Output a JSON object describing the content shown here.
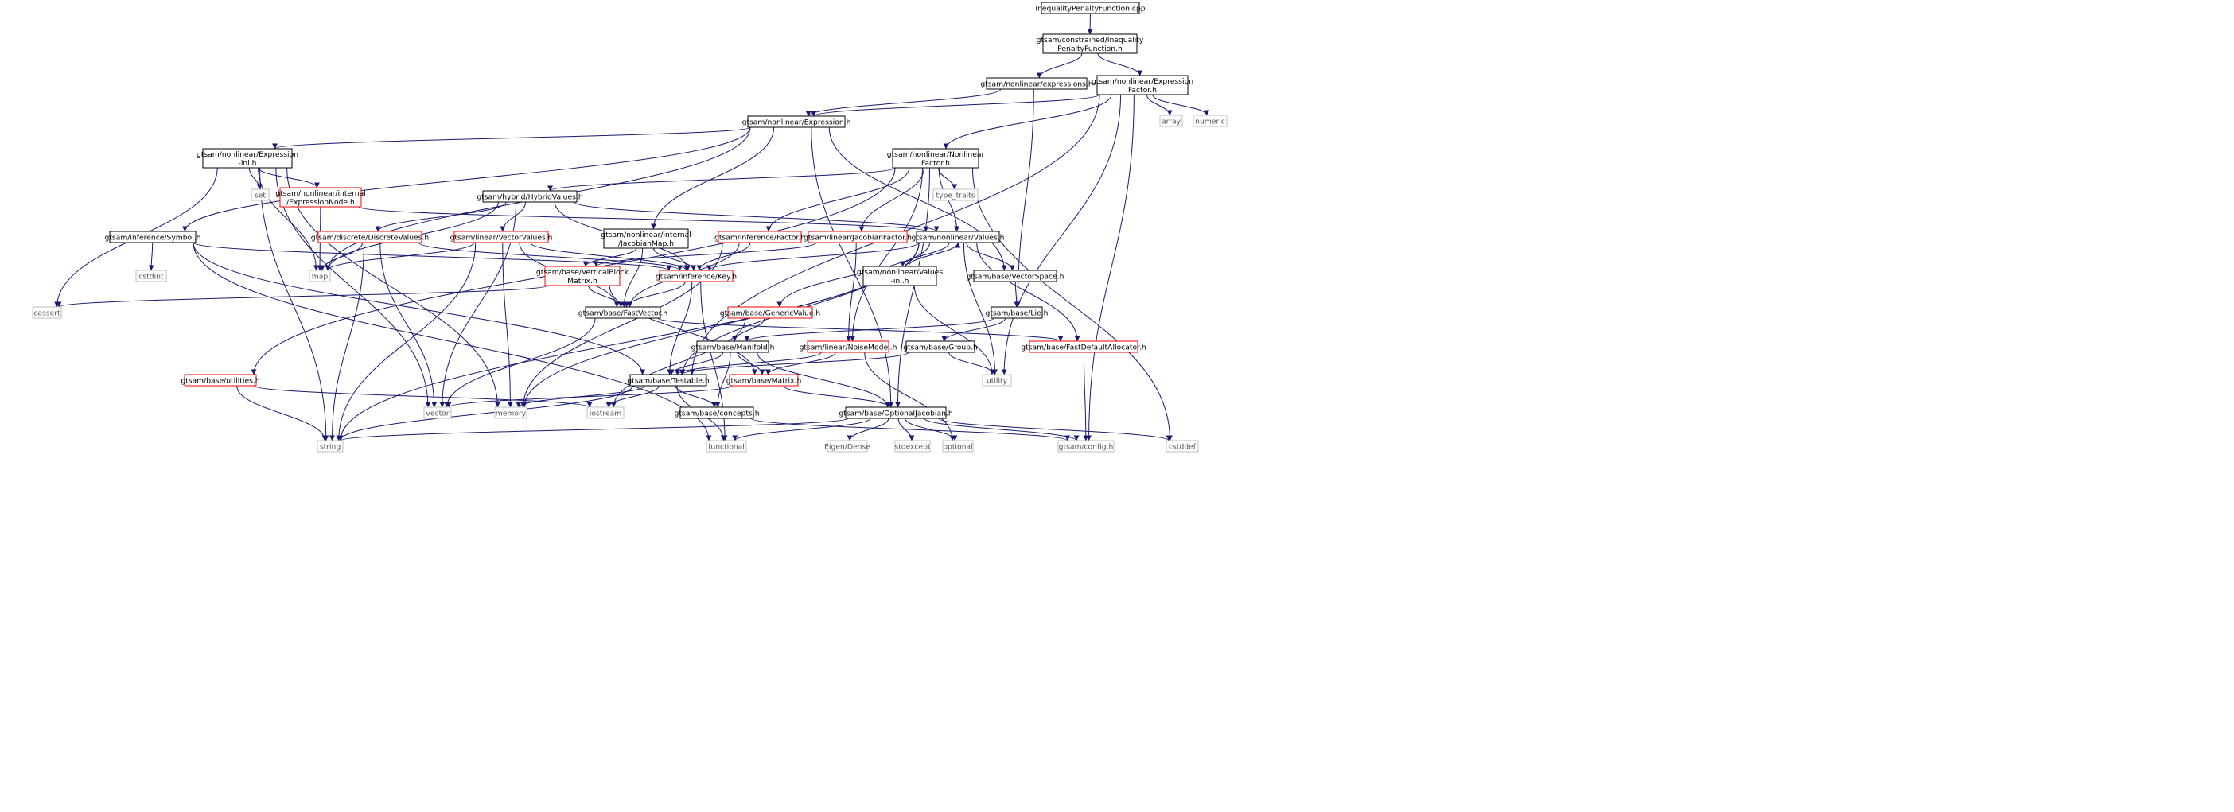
{
  "diagram": {
    "kind": "include dependency graph",
    "colors": {
      "edge": "#191970",
      "normal_border": "#000000",
      "truncated_border": "#ff0000",
      "system_border": "#bfbfbf",
      "root_fill": "#bfbfbf"
    },
    "nodes": [
      {
        "id": "root",
        "lines": [
          "InequalityPenaltyFunction.cpp"
        ],
        "style": "root"
      },
      {
        "id": "ipf",
        "lines": [
          "gtsam/constrained/Inequality",
          "PenaltyFunction.h"
        ],
        "style": "normal"
      },
      {
        "id": "expressions",
        "lines": [
          "gtsam/nonlinear/expressions.h"
        ],
        "style": "normal"
      },
      {
        "id": "exprFactor",
        "lines": [
          "gtsam/nonlinear/Expression",
          "Factor.h"
        ],
        "style": "normal"
      },
      {
        "id": "expression",
        "lines": [
          "gtsam/nonlinear/Expression.h"
        ],
        "style": "normal"
      },
      {
        "id": "array",
        "lines": [
          "array"
        ],
        "style": "system"
      },
      {
        "id": "numeric",
        "lines": [
          "numeric"
        ],
        "style": "system"
      },
      {
        "id": "exprInl",
        "lines": [
          "gtsam/nonlinear/Expression",
          "-inl.h"
        ],
        "style": "normal"
      },
      {
        "id": "nonlinFactor",
        "lines": [
          "gtsam/nonlinear/Nonlinear",
          "Factor.h"
        ],
        "style": "normal"
      },
      {
        "id": "set",
        "lines": [
          "set"
        ],
        "style": "system"
      },
      {
        "id": "exprNode",
        "lines": [
          "gtsam/nonlinear/internal",
          "/ExpressionNode.h"
        ],
        "style": "truncated"
      },
      {
        "id": "typeTraits",
        "lines": [
          "type_traits"
        ],
        "style": "system"
      },
      {
        "id": "hybridValues",
        "lines": [
          "gtsam/hybrid/HybridValues.h"
        ],
        "style": "normal"
      },
      {
        "id": "symbol",
        "lines": [
          "gtsam/inference/Symbol.h"
        ],
        "style": "normal"
      },
      {
        "id": "discreteValues",
        "lines": [
          "gtsam/discrete/DiscreteValues.h"
        ],
        "style": "truncated"
      },
      {
        "id": "vectorValues",
        "lines": [
          "gtsam/linear/VectorValues.h"
        ],
        "style": "truncated"
      },
      {
        "id": "jacobianMap",
        "lines": [
          "gtsam/nonlinear/internal",
          "/JacobianMap.h"
        ],
        "style": "normal"
      },
      {
        "id": "infFactor",
        "lines": [
          "gtsam/inference/Factor.h"
        ],
        "style": "truncated"
      },
      {
        "id": "jacobianFactor",
        "lines": [
          "gtsam/linear/JacobianFactor.h"
        ],
        "style": "truncated"
      },
      {
        "id": "values",
        "lines": [
          "gtsam/nonlinear/Values.h"
        ],
        "style": "normal"
      },
      {
        "id": "cstdint",
        "lines": [
          "cstdint"
        ],
        "style": "system"
      },
      {
        "id": "map",
        "lines": [
          "map"
        ],
        "style": "system"
      },
      {
        "id": "key",
        "lines": [
          "gtsam/inference/Key.h"
        ],
        "style": "truncated"
      },
      {
        "id": "vbm",
        "lines": [
          "gtsam/base/VerticalBlock",
          "Matrix.h"
        ],
        "style": "truncated"
      },
      {
        "id": "valuesInl",
        "lines": [
          "gtsam/nonlinear/Values",
          "-inl.h"
        ],
        "style": "normal"
      },
      {
        "id": "vectorSpace",
        "lines": [
          "gtsam/base/VectorSpace.h"
        ],
        "style": "normal"
      },
      {
        "id": "cassert",
        "lines": [
          "cassert"
        ],
        "style": "system"
      },
      {
        "id": "fastVector",
        "lines": [
          "gtsam/base/FastVector.h"
        ],
        "style": "normal"
      },
      {
        "id": "genericValue",
        "lines": [
          "gtsam/base/GenericValue.h"
        ],
        "style": "truncated"
      },
      {
        "id": "lie",
        "lines": [
          "gtsam/base/Lie.h"
        ],
        "style": "normal"
      },
      {
        "id": "manifold",
        "lines": [
          "gtsam/base/Manifold.h"
        ],
        "style": "normal"
      },
      {
        "id": "noiseModel",
        "lines": [
          "gtsam/linear/NoiseModel.h"
        ],
        "style": "truncated"
      },
      {
        "id": "group",
        "lines": [
          "gtsam/base/Group.h"
        ],
        "style": "normal"
      },
      {
        "id": "fastDefAlloc",
        "lines": [
          "gtsam/base/FastDefaultAllocator.h"
        ],
        "style": "truncated"
      },
      {
        "id": "utilities",
        "lines": [
          "gtsam/base/utilities.h"
        ],
        "style": "truncated"
      },
      {
        "id": "testable",
        "lines": [
          "gtsam/base/Testable.h"
        ],
        "style": "normal"
      },
      {
        "id": "matrix",
        "lines": [
          "gtsam/base/Matrix.h"
        ],
        "style": "truncated"
      },
      {
        "id": "utility",
        "lines": [
          "utility"
        ],
        "style": "system"
      },
      {
        "id": "vector",
        "lines": [
          "vector"
        ],
        "style": "system"
      },
      {
        "id": "memory",
        "lines": [
          "memory"
        ],
        "style": "system"
      },
      {
        "id": "iostream",
        "lines": [
          "iostream"
        ],
        "style": "system"
      },
      {
        "id": "concepts",
        "lines": [
          "gtsam/base/concepts.h"
        ],
        "style": "normal"
      },
      {
        "id": "optJac",
        "lines": [
          "gtsam/base/OptionalJacobian.h"
        ],
        "style": "normal"
      },
      {
        "id": "string",
        "lines": [
          "string"
        ],
        "style": "system"
      },
      {
        "id": "functional",
        "lines": [
          "functional"
        ],
        "style": "system"
      },
      {
        "id": "eigenDense",
        "lines": [
          "Eigen/Dense"
        ],
        "style": "system"
      },
      {
        "id": "stdexcept",
        "lines": [
          "stdexcept"
        ],
        "style": "system"
      },
      {
        "id": "optional",
        "lines": [
          "optional"
        ],
        "style": "system"
      },
      {
        "id": "config",
        "lines": [
          "gtsam/config.h"
        ],
        "style": "system"
      },
      {
        "id": "cstddef",
        "lines": [
          "cstddef"
        ],
        "style": "system"
      }
    ],
    "edges": [
      [
        "root",
        "ipf"
      ],
      [
        "ipf",
        "expressions"
      ],
      [
        "ipf",
        "exprFactor"
      ],
      [
        "expressions",
        "expression"
      ],
      [
        "expressions",
        "lie"
      ],
      [
        "exprFactor",
        "expression"
      ],
      [
        "exprFactor",
        "array"
      ],
      [
        "exprFactor",
        "numeric"
      ],
      [
        "exprFactor",
        "nonlinFactor"
      ],
      [
        "exprFactor",
        "utility"
      ],
      [
        "exprFactor",
        "config"
      ],
      [
        "exprFactor",
        "testable"
      ],
      [
        "expression",
        "exprInl"
      ],
      [
        "expression",
        "symbol"
      ],
      [
        "expression",
        "jacobianMap"
      ],
      [
        "expression",
        "vectorSpace"
      ],
      [
        "expression",
        "optJac"
      ],
      [
        "expression",
        "map"
      ],
      [
        "exprInl",
        "set"
      ],
      [
        "exprInl",
        "exprNode"
      ],
      [
        "exprInl",
        "cassert"
      ],
      [
        "exprInl",
        "map"
      ],
      [
        "exprInl",
        "vector"
      ],
      [
        "exprInl",
        "memory"
      ],
      [
        "exprInl",
        "string"
      ],
      [
        "exprNode",
        "values"
      ],
      [
        "exprNode",
        "map"
      ],
      [
        "nonlinFactor",
        "hybridValues"
      ],
      [
        "nonlinFactor",
        "typeTraits"
      ],
      [
        "nonlinFactor",
        "infFactor"
      ],
      [
        "nonlinFactor",
        "jacobianFactor"
      ],
      [
        "nonlinFactor",
        "values"
      ],
      [
        "nonlinFactor",
        "noiseModel"
      ],
      [
        "nonlinFactor",
        "optJac"
      ],
      [
        "nonlinFactor",
        "cstddef"
      ],
      [
        "nonlinFactor",
        "utilities"
      ],
      [
        "hybridValues",
        "discreteValues"
      ],
      [
        "hybridValues",
        "vectorValues"
      ],
      [
        "hybridValues",
        "values"
      ],
      [
        "hybridValues",
        "key"
      ],
      [
        "hybridValues",
        "map"
      ],
      [
        "hybridValues",
        "vector"
      ],
      [
        "symbol",
        "cstdint"
      ],
      [
        "symbol",
        "key"
      ],
      [
        "symbol",
        "testable"
      ],
      [
        "symbol",
        "functional"
      ],
      [
        "discreteValues",
        "key"
      ],
      [
        "discreteValues",
        "map"
      ],
      [
        "discreteValues",
        "vector"
      ],
      [
        "discreteValues",
        "string"
      ],
      [
        "vectorValues",
        "key"
      ],
      [
        "vectorValues",
        "fastVector"
      ],
      [
        "vectorValues",
        "map"
      ],
      [
        "vectorValues",
        "memory"
      ],
      [
        "vectorValues",
        "string"
      ],
      [
        "jacobianMap",
        "vbm"
      ],
      [
        "jacobianMap",
        "key"
      ],
      [
        "jacobianMap",
        "fastVector"
      ],
      [
        "infFactor",
        "key"
      ],
      [
        "infFactor",
        "fastVector"
      ],
      [
        "infFactor",
        "memory"
      ],
      [
        "jacobianFactor",
        "vbm"
      ],
      [
        "jacobianFactor",
        "noiseModel"
      ],
      [
        "values",
        "valuesInl"
      ],
      [
        "values",
        "vectorSpace"
      ],
      [
        "values",
        "key"
      ],
      [
        "values",
        "genericValue"
      ],
      [
        "values",
        "fastDefAlloc"
      ],
      [
        "values",
        "utility"
      ],
      [
        "values",
        "testable"
      ],
      [
        "values",
        "string"
      ],
      [
        "values",
        "memory"
      ],
      [
        "valuesInl",
        "values"
      ],
      [
        "valuesInl",
        "utility"
      ],
      [
        "vectorSpace",
        "lie"
      ],
      [
        "key",
        "fastVector"
      ],
      [
        "key",
        "testable"
      ],
      [
        "key",
        "functional"
      ],
      [
        "vbm",
        "cassert"
      ],
      [
        "vbm",
        "fastVector"
      ],
      [
        "vbm",
        "matrix"
      ],
      [
        "fastVector",
        "fastDefAlloc"
      ],
      [
        "fastVector",
        "vector"
      ],
      [
        "genericValue",
        "manifold"
      ],
      [
        "genericValue",
        "iostream"
      ],
      [
        "lie",
        "manifold"
      ],
      [
        "lie",
        "group"
      ],
      [
        "manifold",
        "testable"
      ],
      [
        "manifold",
        "matrix"
      ],
      [
        "manifold",
        "optJac"
      ],
      [
        "manifold",
        "concepts"
      ],
      [
        "noiseModel",
        "matrix"
      ],
      [
        "noiseModel",
        "testable"
      ],
      [
        "noiseModel",
        "optional"
      ],
      [
        "group",
        "testable"
      ],
      [
        "group",
        "utility"
      ],
      [
        "fastDefAlloc",
        "config"
      ],
      [
        "utilities",
        "string"
      ],
      [
        "utilities",
        "iostream"
      ],
      [
        "testable",
        "concepts"
      ],
      [
        "testable",
        "iostream"
      ],
      [
        "testable",
        "memory"
      ],
      [
        "testable",
        "string"
      ],
      [
        "testable",
        "functional"
      ],
      [
        "matrix",
        "optJac"
      ],
      [
        "matrix",
        "vector"
      ],
      [
        "concepts",
        "config"
      ],
      [
        "optJac",
        "eigenDense"
      ],
      [
        "optJac",
        "stdexcept"
      ],
      [
        "optJac",
        "optional"
      ],
      [
        "optJac",
        "config"
      ],
      [
        "optJac",
        "string"
      ],
      [
        "optJac",
        "functional"
      ],
      [
        "optJac",
        "cstddef"
      ]
    ]
  }
}
